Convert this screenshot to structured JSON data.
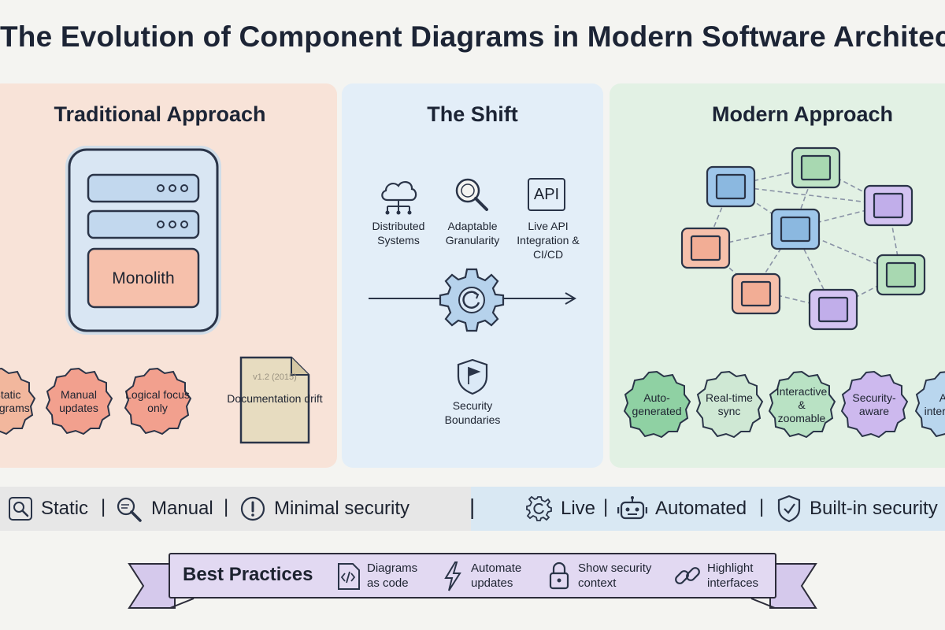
{
  "title": "The Evolution of Component Diagrams in Modern Software Architecture",
  "panels": {
    "traditional": {
      "title": "Traditional Approach",
      "server_label": "Monolith",
      "doc_version": "v1.2 (2015)",
      "doc_label": "Documentation drift",
      "seals": [
        {
          "label": "Static diagrams",
          "color": "#f2b79d"
        },
        {
          "label": "Manual updates",
          "color": "#f2a08e"
        },
        {
          "label": "Logical focus only",
          "color": "#f2a08e"
        }
      ]
    },
    "shift": {
      "title": "The Shift",
      "items": [
        {
          "label": "Distributed Systems",
          "icon": "cloud-network-icon"
        },
        {
          "label": "Adaptable Granularity",
          "icon": "magnifier-icon"
        },
        {
          "label": "Live API Integration & CI/CD",
          "icon": "api-icon",
          "icon_text": "API"
        },
        {
          "label": "Security Boundaries",
          "icon": "shield-flag-icon"
        }
      ]
    },
    "modern": {
      "title": "Modern Approach",
      "seals": [
        {
          "label": "Auto-generated",
          "color": "#8fd1a3"
        },
        {
          "label": "Real-time sync",
          "color": "#cfe8d4"
        },
        {
          "label": "Interactive & zoomable",
          "color": "#b9e2c4"
        },
        {
          "label": "Security-aware",
          "color": "#cdb9ee"
        },
        {
          "label": "API interfaces",
          "color": "#b9d6ee"
        }
      ]
    }
  },
  "comparison": {
    "left": [
      {
        "label": "Static",
        "icon": "magnifier-box-icon"
      },
      {
        "label": "Manual",
        "icon": "magnifier-icon"
      },
      {
        "label": "Minimal security",
        "icon": "alert-icon"
      }
    ],
    "right": [
      {
        "label": "Live",
        "icon": "sync-gear-icon"
      },
      {
        "label": "Automated",
        "icon": "robot-icon"
      },
      {
        "label": "Built-in security",
        "icon": "shield-check-icon"
      }
    ]
  },
  "best_practices": {
    "title": "Best Practices",
    "items": [
      {
        "label": "Diagrams as code",
        "icon": "code-file-icon"
      },
      {
        "label": "Automate updates",
        "icon": "lightning-icon"
      },
      {
        "label": "Show security context",
        "icon": "lock-icon"
      },
      {
        "label": "Highlight interfaces",
        "icon": "link-icon"
      }
    ]
  }
}
